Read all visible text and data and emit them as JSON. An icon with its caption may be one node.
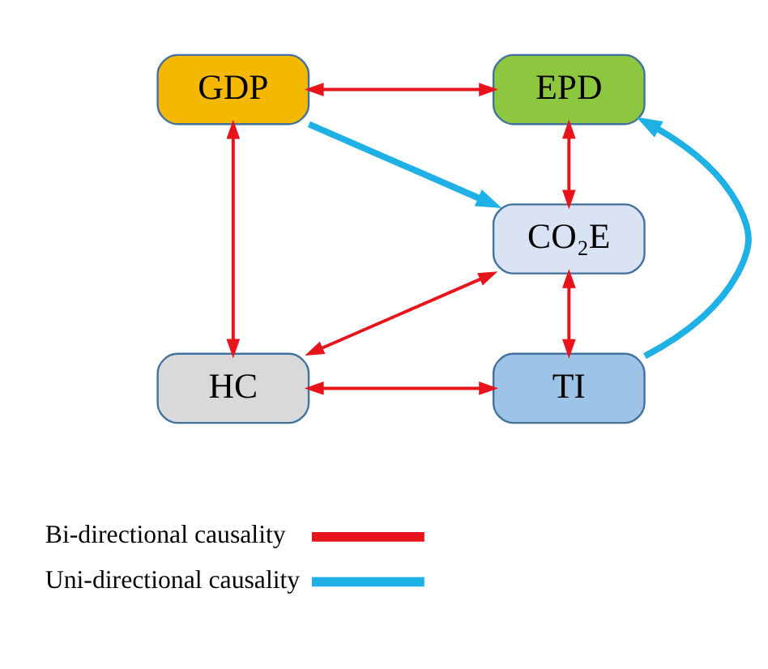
{
  "diagram": {
    "nodes": [
      {
        "text": [
          "GDP"
        ]
      },
      {
        "text": [
          "EPD"
        ]
      },
      {
        "text": [
          "CO₂E"
        ]
      },
      {
        "text": [
          "HC"
        ]
      },
      {
        "text": [
          "TI"
        ]
      }
    ],
    "edges": [
      {
        "from": 0,
        "to": 1,
        "arrow": "both"
      },
      {
        "from": 0,
        "to": 2,
        "arrow": "to",
        "style": "thick",
        "color": "#1fb1e6"
      },
      {
        "from": 1,
        "to": 2,
        "arrow": "both"
      },
      {
        "from": 0,
        "to": 3,
        "arrow": "both"
      },
      {
        "from": 2,
        "to": 3,
        "arrow": "both"
      },
      {
        "from": 2,
        "to": 4,
        "arrow": "both"
      },
      {
        "from": 3,
        "to": 4,
        "arrow": "both"
      },
      {
        "from": 4,
        "to": 1,
        "arrow": "to",
        "style": "thick",
        "color": "#1fb1e6"
      }
    ],
    "legend": [
      {
        "text": "Bi-directional causality",
        "color": "#e8141b"
      },
      {
        "text": "Uni-directional causality",
        "color": "#1fb1e6"
      }
    ]
  }
}
